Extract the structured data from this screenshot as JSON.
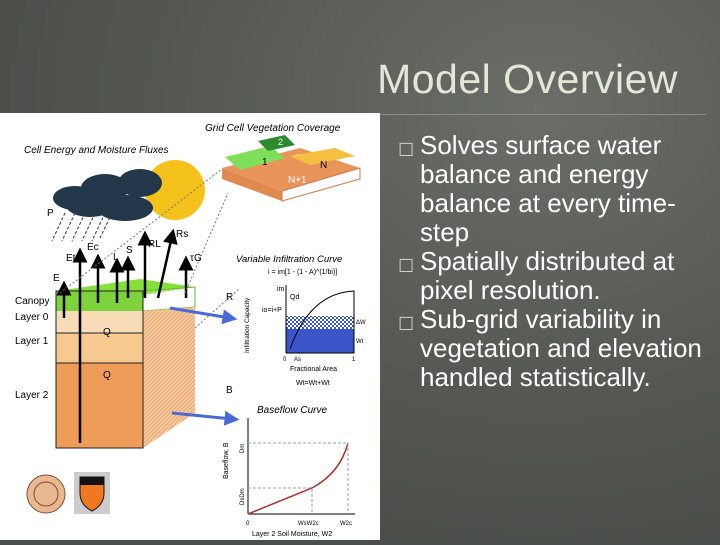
{
  "slide": {
    "title": "Model Overview",
    "bullet_icon": "square-bullet-icon",
    "bullets": [
      "Solves surface water balance and energy balance at every time-step",
      "Spatially distributed at pixel resolution.",
      "Sub-grid variability in vegetation and elevation handled statistically."
    ]
  },
  "figure": {
    "fluxes_title": "Cell Energy and Moisture Fluxes",
    "coverage_title": "Grid Cell Vegetation Coverage",
    "coverage_labels": [
      "1",
      "2",
      "...",
      "N",
      "N+1"
    ],
    "flux_labels": [
      "P",
      "E",
      "Et",
      "Ec",
      "L",
      "S",
      "RL",
      "Rs",
      "τG",
      "R",
      "B",
      "Q",
      "Q"
    ],
    "layer_labels": [
      "Canopy",
      "Layer 0",
      "Layer 1",
      "Layer 2"
    ],
    "infiltration": {
      "title": "Variable Infiltration Curve",
      "equation": "i = im[1 - (1 - A)^(1/bi)]",
      "ylabel": "Infiltration Capacity",
      "xlabel": "Fractional Area",
      "labels": [
        "im",
        "io=i+P",
        "Qd",
        "ΔW",
        "Wt",
        "0",
        "As",
        "1"
      ],
      "footer": "Wt=Wt+Wt"
    },
    "baseflow": {
      "title": "Baseflow Curve",
      "ylabel": "Baseflow, B",
      "xlabel": "Layer 2 Soil Moisture, W2",
      "labels": [
        "Dm",
        "DsDm",
        "0",
        "WsW2c",
        "W2c"
      ]
    },
    "logos": [
      "university-seal-logo",
      "princeton-shield-logo"
    ]
  }
}
